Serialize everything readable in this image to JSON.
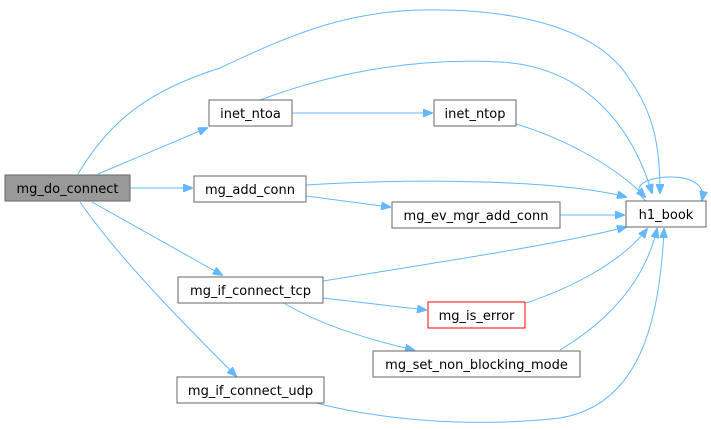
{
  "colors": {
    "edge": "#63b8ff",
    "node_border": "#666666",
    "root_fill": "#999999",
    "error_border": "#ff0000"
  },
  "nodes": {
    "mg_do_connect": "mg_do_connect",
    "inet_ntoa": "inet_ntoa",
    "inet_ntop": "inet_ntop",
    "mg_add_conn": "mg_add_conn",
    "mg_ev_mgr_add_conn": "mg_ev_mgr_add_conn",
    "h1_book": "h1_book",
    "mg_if_connect_tcp": "mg_if_connect_tcp",
    "mg_is_error": "mg_is_error",
    "mg_set_non_blocking_mode": "mg_set_non_blocking_mode",
    "mg_if_connect_udp": "mg_if_connect_udp"
  },
  "edges": [
    [
      "mg_do_connect",
      "h1_book"
    ],
    [
      "mg_do_connect",
      "inet_ntoa"
    ],
    [
      "mg_do_connect",
      "mg_add_conn"
    ],
    [
      "mg_do_connect",
      "mg_if_connect_tcp"
    ],
    [
      "mg_do_connect",
      "mg_if_connect_udp"
    ],
    [
      "inet_ntoa",
      "h1_book"
    ],
    [
      "inet_ntoa",
      "inet_ntop"
    ],
    [
      "inet_ntop",
      "h1_book"
    ],
    [
      "mg_add_conn",
      "h1_book"
    ],
    [
      "mg_add_conn",
      "mg_ev_mgr_add_conn"
    ],
    [
      "mg_ev_mgr_add_conn",
      "h1_book"
    ],
    [
      "h1_book",
      "h1_book"
    ],
    [
      "mg_if_connect_tcp",
      "h1_book"
    ],
    [
      "mg_if_connect_tcp",
      "mg_is_error"
    ],
    [
      "mg_if_connect_tcp",
      "mg_set_non_blocking_mode"
    ],
    [
      "mg_is_error",
      "h1_book"
    ],
    [
      "mg_set_non_blocking_mode",
      "h1_book"
    ],
    [
      "mg_if_connect_udp",
      "h1_book"
    ]
  ]
}
